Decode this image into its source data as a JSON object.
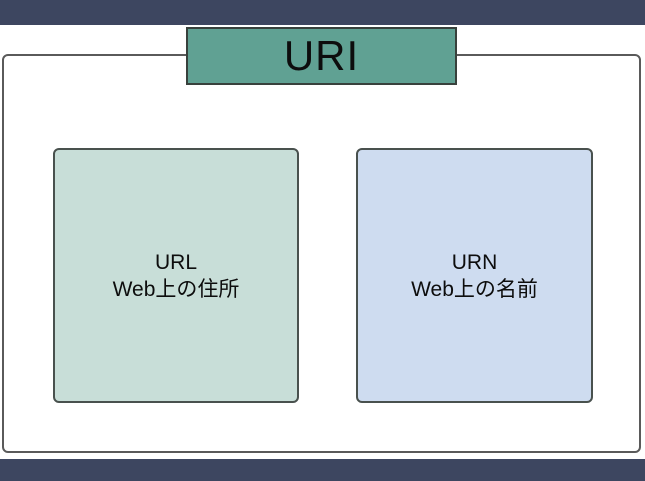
{
  "slide": {
    "title": "URI",
    "boxes": [
      {
        "id": "url",
        "label": "URL",
        "sublabel": "Web上の住所"
      },
      {
        "id": "urn",
        "label": "URN",
        "sublabel": "Web上の名前"
      }
    ],
    "colors": {
      "band": "#3d4660",
      "title_box_bg": "#60a193",
      "url_box_bg": "#c8ded8",
      "urn_box_bg": "#cedcf0",
      "frame_border": "#5a5a5a",
      "text": "#0d0d0d"
    }
  }
}
